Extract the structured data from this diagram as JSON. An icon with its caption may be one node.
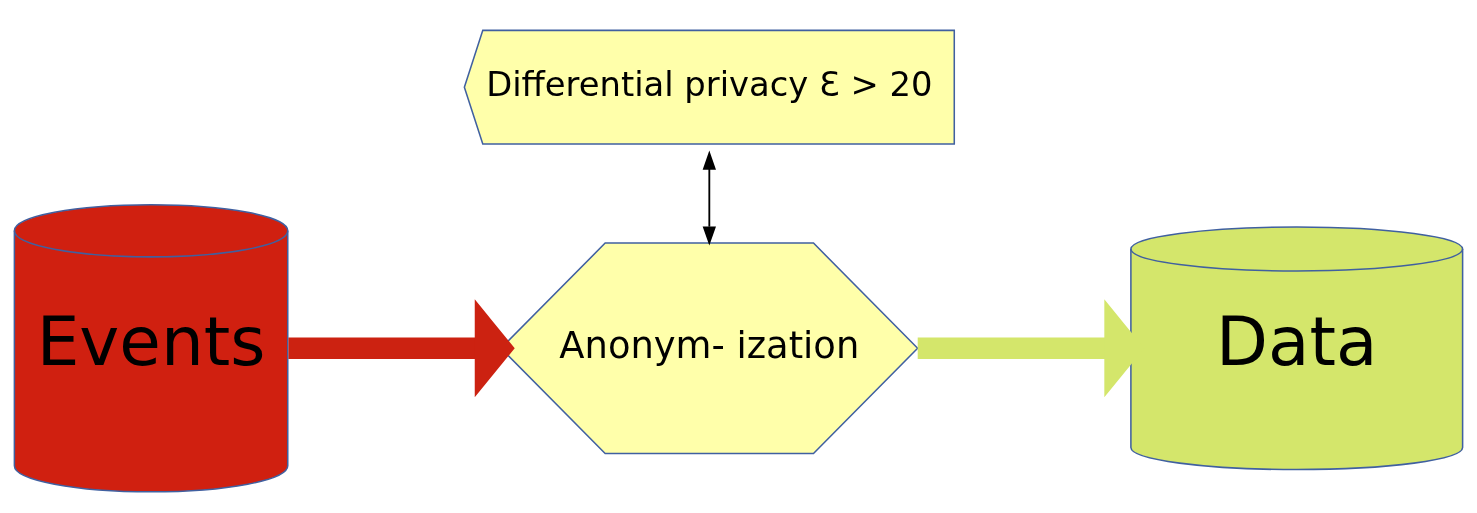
{
  "diagram": {
    "nodes": [
      {
        "text": [
          "Events"
        ]
      },
      {
        "text": [
          "Anonym- ization"
        ]
      },
      {
        "text": [
          "Differential privacy Ɛ > 20"
        ]
      },
      {
        "text": [
          "Data"
        ]
      }
    ],
    "edges": [
      {
        "from": 0,
        "to": 1,
        "arrow": "to",
        "color": "#cc2211"
      },
      {
        "from": 2,
        "to": 1,
        "arrow": "both",
        "color": "#000000"
      },
      {
        "from": 1,
        "to": 3,
        "arrow": "to",
        "color": "#d4e66b"
      }
    ]
  }
}
